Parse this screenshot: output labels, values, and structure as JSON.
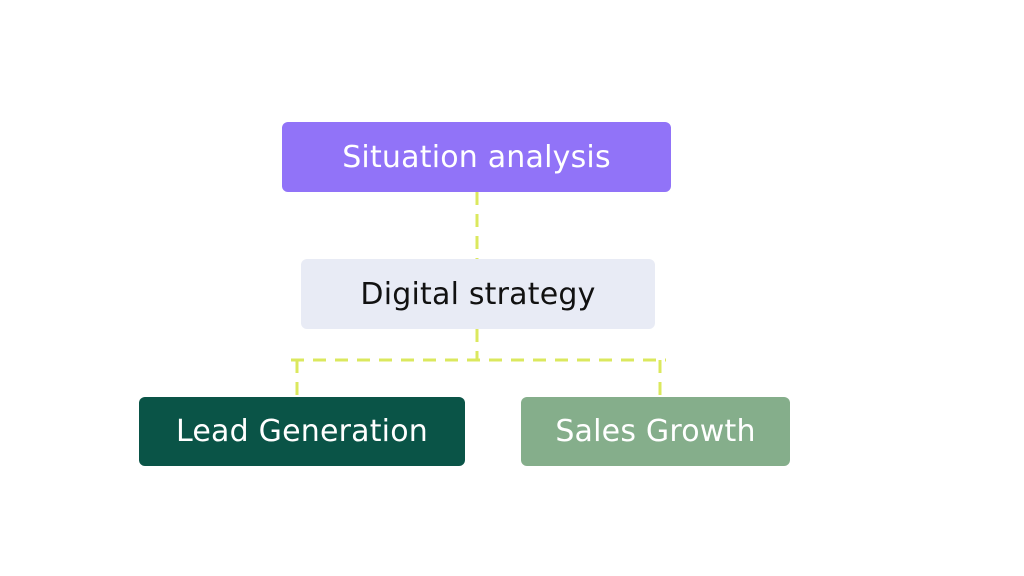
{
  "diagram": {
    "nodes": {
      "situation": {
        "label": "Situation analysis",
        "fill": "#9173f8",
        "text_color": "#ffffff"
      },
      "strategy": {
        "label": "Digital strategy",
        "fill": "#e8ebf5",
        "text_color": "#111111"
      },
      "lead": {
        "label": "Lead Generation",
        "fill": "#0a5447",
        "text_color": "#ffffff"
      },
      "sales": {
        "label": "Sales Growth",
        "fill": "#85ae8b",
        "text_color": "#ffffff"
      }
    },
    "edges": [
      {
        "from": "situation",
        "to": "strategy",
        "style": "dashed"
      },
      {
        "from": "strategy",
        "to": "lead",
        "style": "dashed"
      },
      {
        "from": "strategy",
        "to": "sales",
        "style": "dashed"
      }
    ],
    "connector_color": "#dbe85e"
  }
}
